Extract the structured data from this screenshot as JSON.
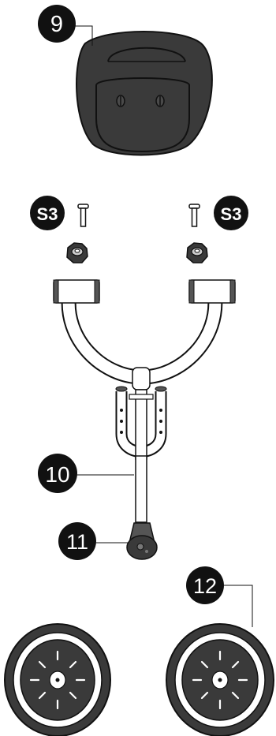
{
  "parts": {
    "seat": {
      "label": "9"
    },
    "screw_left": {
      "label": "S3"
    },
    "screw_right": {
      "label": "S3"
    },
    "frame": {
      "label": "10"
    },
    "axle": {
      "label": "11"
    },
    "wheels": {
      "label": "12"
    }
  }
}
